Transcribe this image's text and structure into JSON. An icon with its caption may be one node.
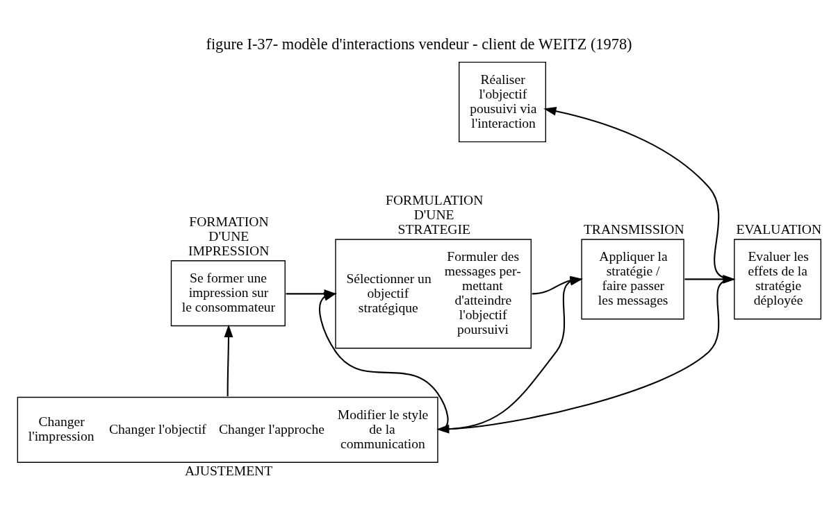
{
  "diagram": {
    "title": "figure I-37- modèle d'interactions vendeur - client de WEITZ (1978)",
    "nodes": [
      {
        "text": [
          "Réaliser l'objectif pousuivi via l'interaction"
        ]
      },
      {
        "text": [
          "FORMATION D'UNE IMPRESSION",
          "Se former une impression sur le consommateur"
        ]
      },
      {
        "text": [
          "FORMULATION D'UNE STRATEGIE",
          "Sélectionner un objectif stratégique",
          "Formuler des messages per- mettant d'atteindre l'objectif poursuivi"
        ]
      },
      {
        "text": [
          "TRANSMISSION",
          "Appliquer la stratégie / faire passer les messages"
        ]
      },
      {
        "text": [
          "EVALUATION",
          "Evaluer les effets de la stratégie déployée"
        ]
      },
      {
        "text": [
          "Changer l'impression",
          "Changer l'objectif",
          "Changer l'approche",
          "Modifier le style de la communication",
          "AJUSTEMENT"
        ]
      }
    ],
    "edges": [
      {
        "from": 1,
        "to": 2,
        "arrow": "to"
      },
      {
        "from": 2,
        "to": 3,
        "arrow": "to"
      },
      {
        "from": 3,
        "to": 4,
        "arrow": "to"
      },
      {
        "from": 4,
        "to": 0,
        "arrow": "to"
      },
      {
        "from": 4,
        "to": 5,
        "arrow": "to"
      },
      {
        "from": 5,
        "to": 1,
        "arrow": "to"
      },
      {
        "from": 5,
        "to": 2,
        "arrow": "to"
      },
      {
        "from": 5,
        "to": 3,
        "arrow": "to"
      }
    ]
  }
}
